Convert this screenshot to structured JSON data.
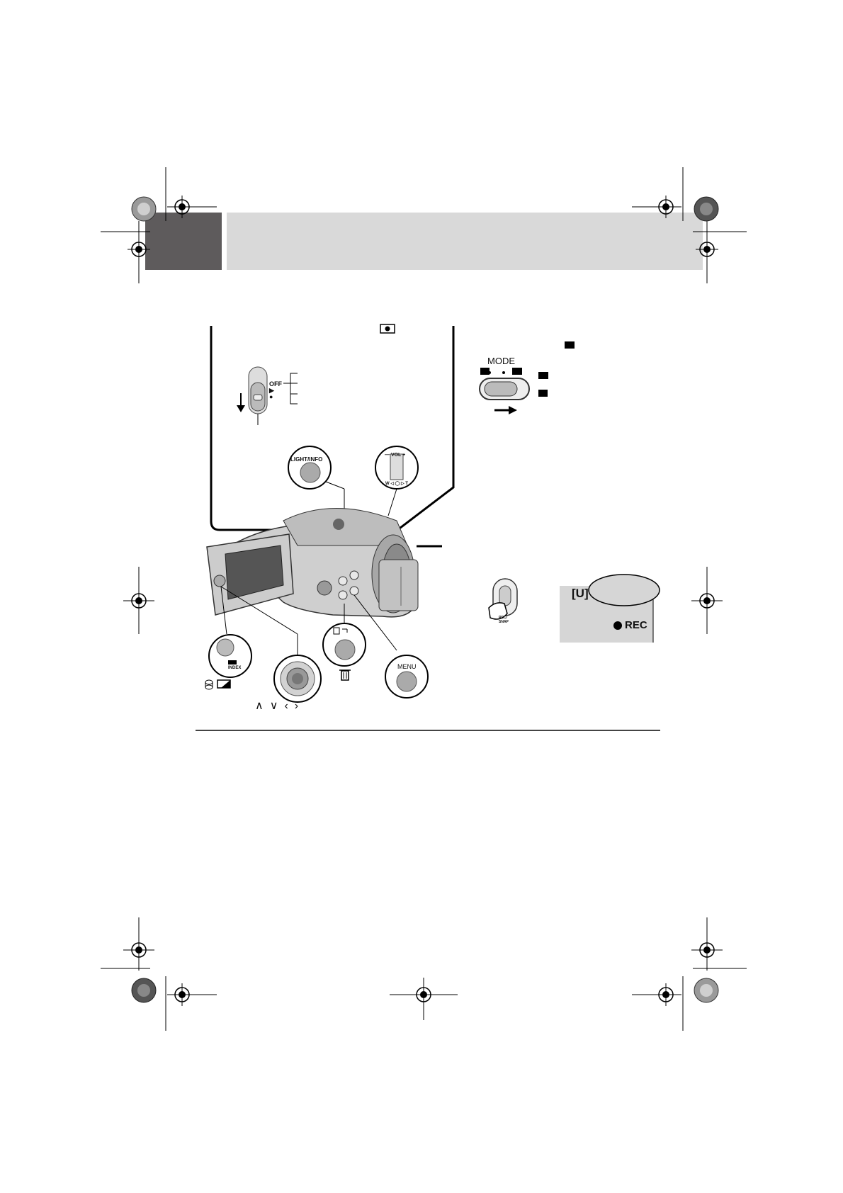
{
  "power_switch": {
    "options": [
      "OFF",
      "▶",
      "●"
    ]
  },
  "mode_switch": {
    "label": "MODE"
  },
  "buttons": {
    "light_info": "LIGHT/INFO",
    "zoom": "— VOL +",
    "zoom_sub": "W ◁ ◯ ▷ T",
    "index": "INDEX",
    "menu": "MENU",
    "rec_snap": "REC/ SNAP"
  },
  "lcd": {
    "mode_indicator": "[U]",
    "status": "REC"
  },
  "nav_arrows": [
    "∧",
    "∨",
    "‹",
    "›"
  ],
  "icons": {
    "camera": "camera-icon",
    "movie": "movie-camera-icon",
    "record": "record-icon",
    "trash": "trash-icon",
    "hdd": "hdd-icon",
    "battery": "battery-icon"
  }
}
